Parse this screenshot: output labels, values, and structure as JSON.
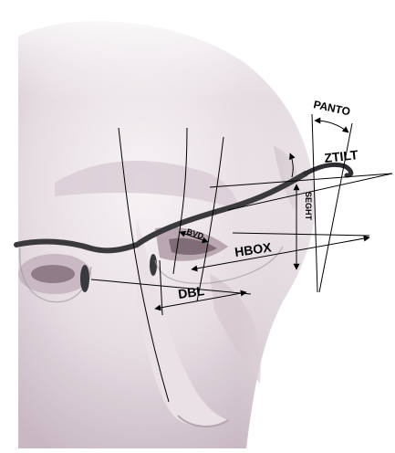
{
  "labels": {
    "panto": "PANTO",
    "ztilt": "ZTILT",
    "bvd": "BVD",
    "seght": "SEGHT",
    "hbox": "HBOX",
    "dbl": "DBL"
  },
  "colors": {
    "skin_light": "#f3eef1",
    "skin_mid": "#d7cbd3",
    "skin_dark": "#a8959f",
    "frame": "#3a3a3e",
    "lines": "#000000"
  }
}
